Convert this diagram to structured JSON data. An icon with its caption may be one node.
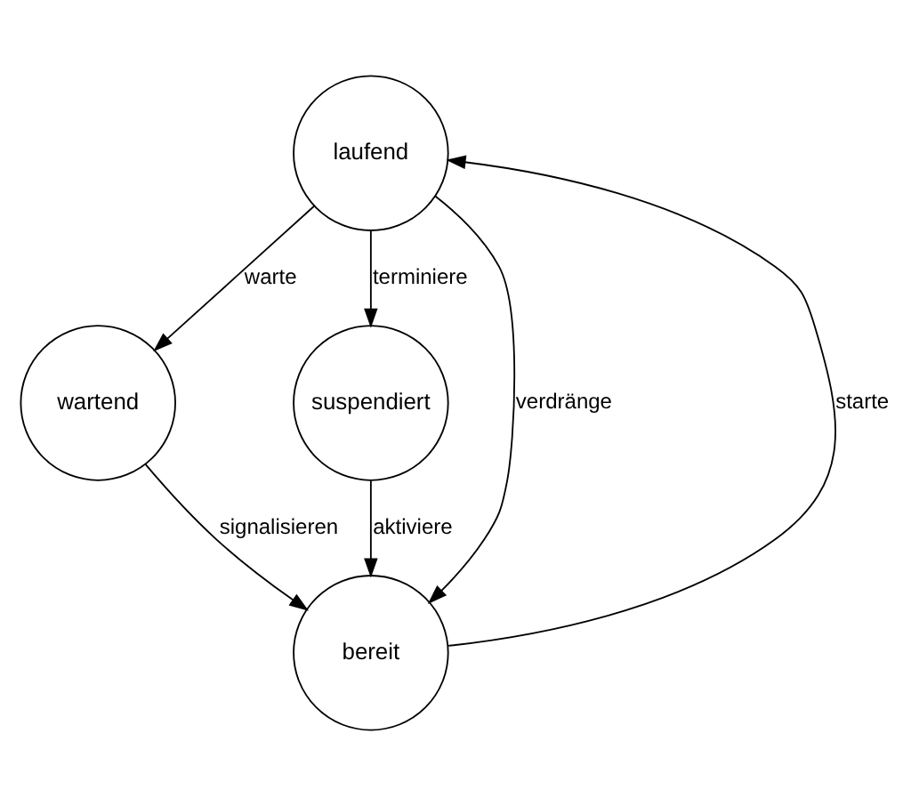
{
  "diagram": {
    "nodes": [
      {
        "text": [
          "laufend"
        ]
      },
      {
        "text": [
          "wartend"
        ]
      },
      {
        "text": [
          "suspendiert"
        ]
      },
      {
        "text": [
          "bereit"
        ]
      }
    ],
    "edges": [
      {
        "from": 0,
        "to": 1,
        "arrow": "to",
        "label": "warte"
      },
      {
        "from": 0,
        "to": 2,
        "arrow": "to",
        "label": "terminiere"
      },
      {
        "from": 3,
        "to": 0,
        "arrow": "to",
        "label": "starte"
      },
      {
        "from": 0,
        "to": 3,
        "arrow": "to",
        "label": "verdränge"
      },
      {
        "from": 1,
        "to": 3,
        "arrow": "to",
        "label": "signalisieren"
      },
      {
        "from": 2,
        "to": 3,
        "arrow": "to",
        "label": "aktiviere"
      }
    ]
  }
}
